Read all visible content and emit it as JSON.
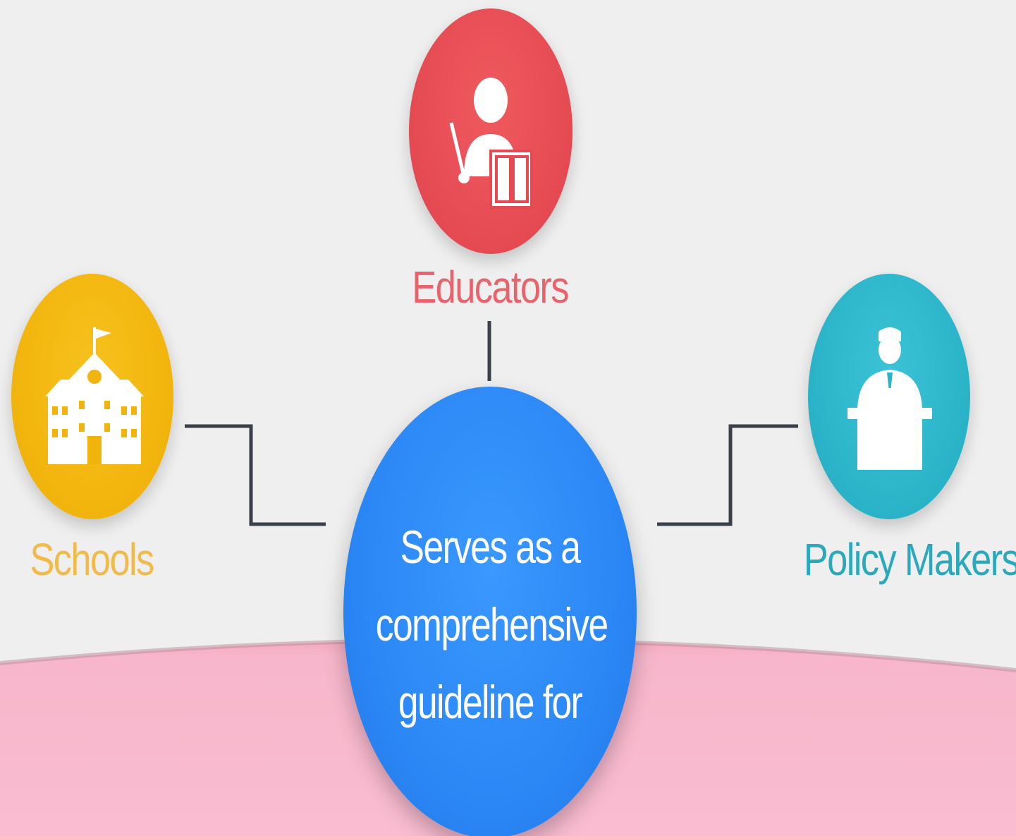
{
  "center": {
    "lines": [
      "Serves as a",
      "comprehensive",
      "guideline for"
    ]
  },
  "nodes": {
    "educators": {
      "label": "Educators",
      "icon": "teacher-icon",
      "color": "#e54a52"
    },
    "schools": {
      "label": "Schools",
      "icon": "school-building-icon",
      "color": "#f1b40c"
    },
    "policy_makers": {
      "label": "Policy Makers",
      "icon": "speaker-podium-icon",
      "color": "#2ab3c8"
    }
  },
  "colors": {
    "background": "#efefef",
    "bottom_band": "#f7b6cb",
    "center": "#2a86f4",
    "connector": "#3a3f4a"
  }
}
